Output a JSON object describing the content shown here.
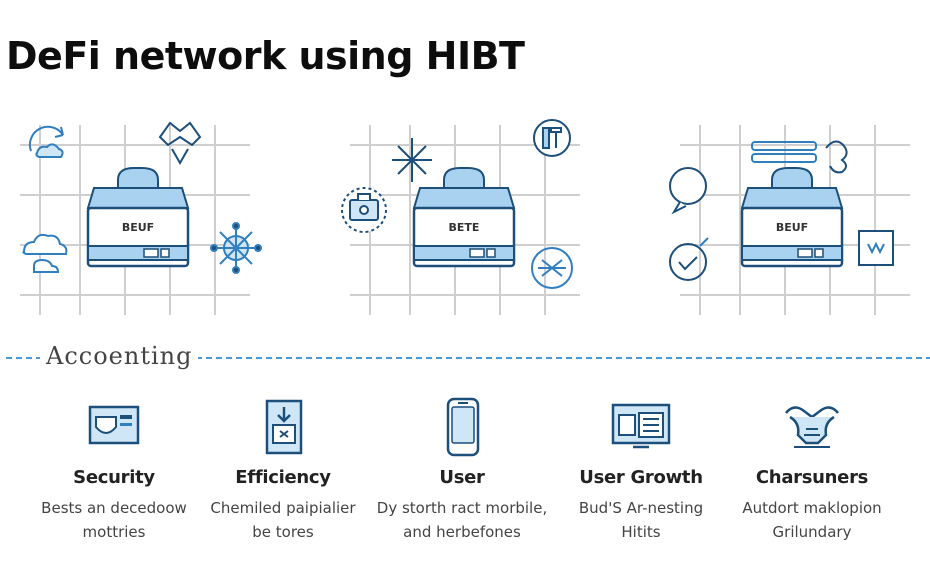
{
  "title": "DeFi network using HIBT",
  "nodes": [
    {
      "label": "BEUF"
    },
    {
      "label": "BETE"
    },
    {
      "label": "BEUF"
    }
  ],
  "section_label": "Accoenting",
  "features": [
    {
      "icon": "shield-card-icon",
      "title": "Security",
      "line1": "Bests an decedoow",
      "line2": "mottries"
    },
    {
      "icon": "document-download-icon",
      "title": "Efficiency",
      "line1": "Chemiled paipialier",
      "line2": "be tores"
    },
    {
      "icon": "smartphone-icon",
      "title": "User",
      "line1": "Dy storth ract morbile,",
      "line2": "and herbefones"
    },
    {
      "icon": "monitor-card-icon",
      "title": "User Growth",
      "line1": "Bud'S Ar-nesting",
      "line2": "Hitits"
    },
    {
      "icon": "handshake-icon",
      "title": "Charsuners",
      "line1": "Autdort maklopion",
      "line2": "Grilundary"
    }
  ],
  "colors": {
    "accent": "#2f7fc1",
    "accent_light": "#a8d2f0",
    "grid": "#cfcfcf",
    "stroke": "#1c4f7a"
  }
}
